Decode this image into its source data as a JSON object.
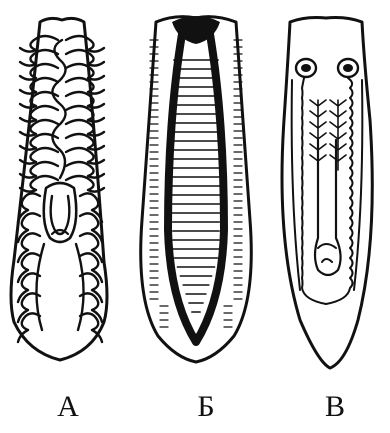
{
  "figure": {
    "panels": [
      {
        "label": "А",
        "icon": "planarian-digestive-system-drawing"
      },
      {
        "label": "Б",
        "icon": "planarian-muscular-sac-drawing"
      },
      {
        "label": "В",
        "icon": "planarian-nervous-system-drawing"
      }
    ],
    "colors": {
      "ink": "#111111",
      "background": "#ffffff"
    }
  }
}
